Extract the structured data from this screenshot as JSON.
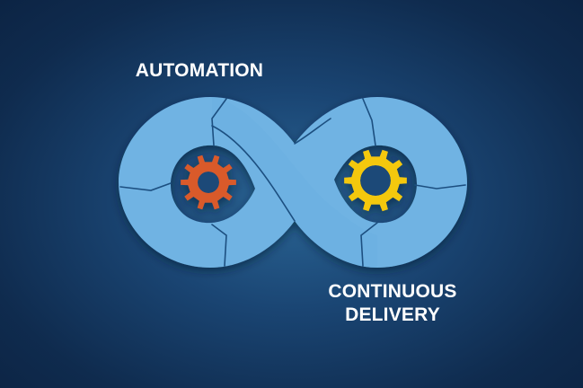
{
  "labels": {
    "automation": "AUTOMATION",
    "continuous_delivery_line1": "CONTINUOUS",
    "continuous_delivery_line2": "DELIVERY"
  },
  "colors": {
    "background": "#123258",
    "loop_fill": "#6fb3e3",
    "loop_seam": "#1d4f80",
    "gear_left": "#d95a2b",
    "gear_right": "#f4c80f"
  },
  "icons": {
    "left_gear": "gear-icon",
    "right_gear": "gear-icon"
  }
}
